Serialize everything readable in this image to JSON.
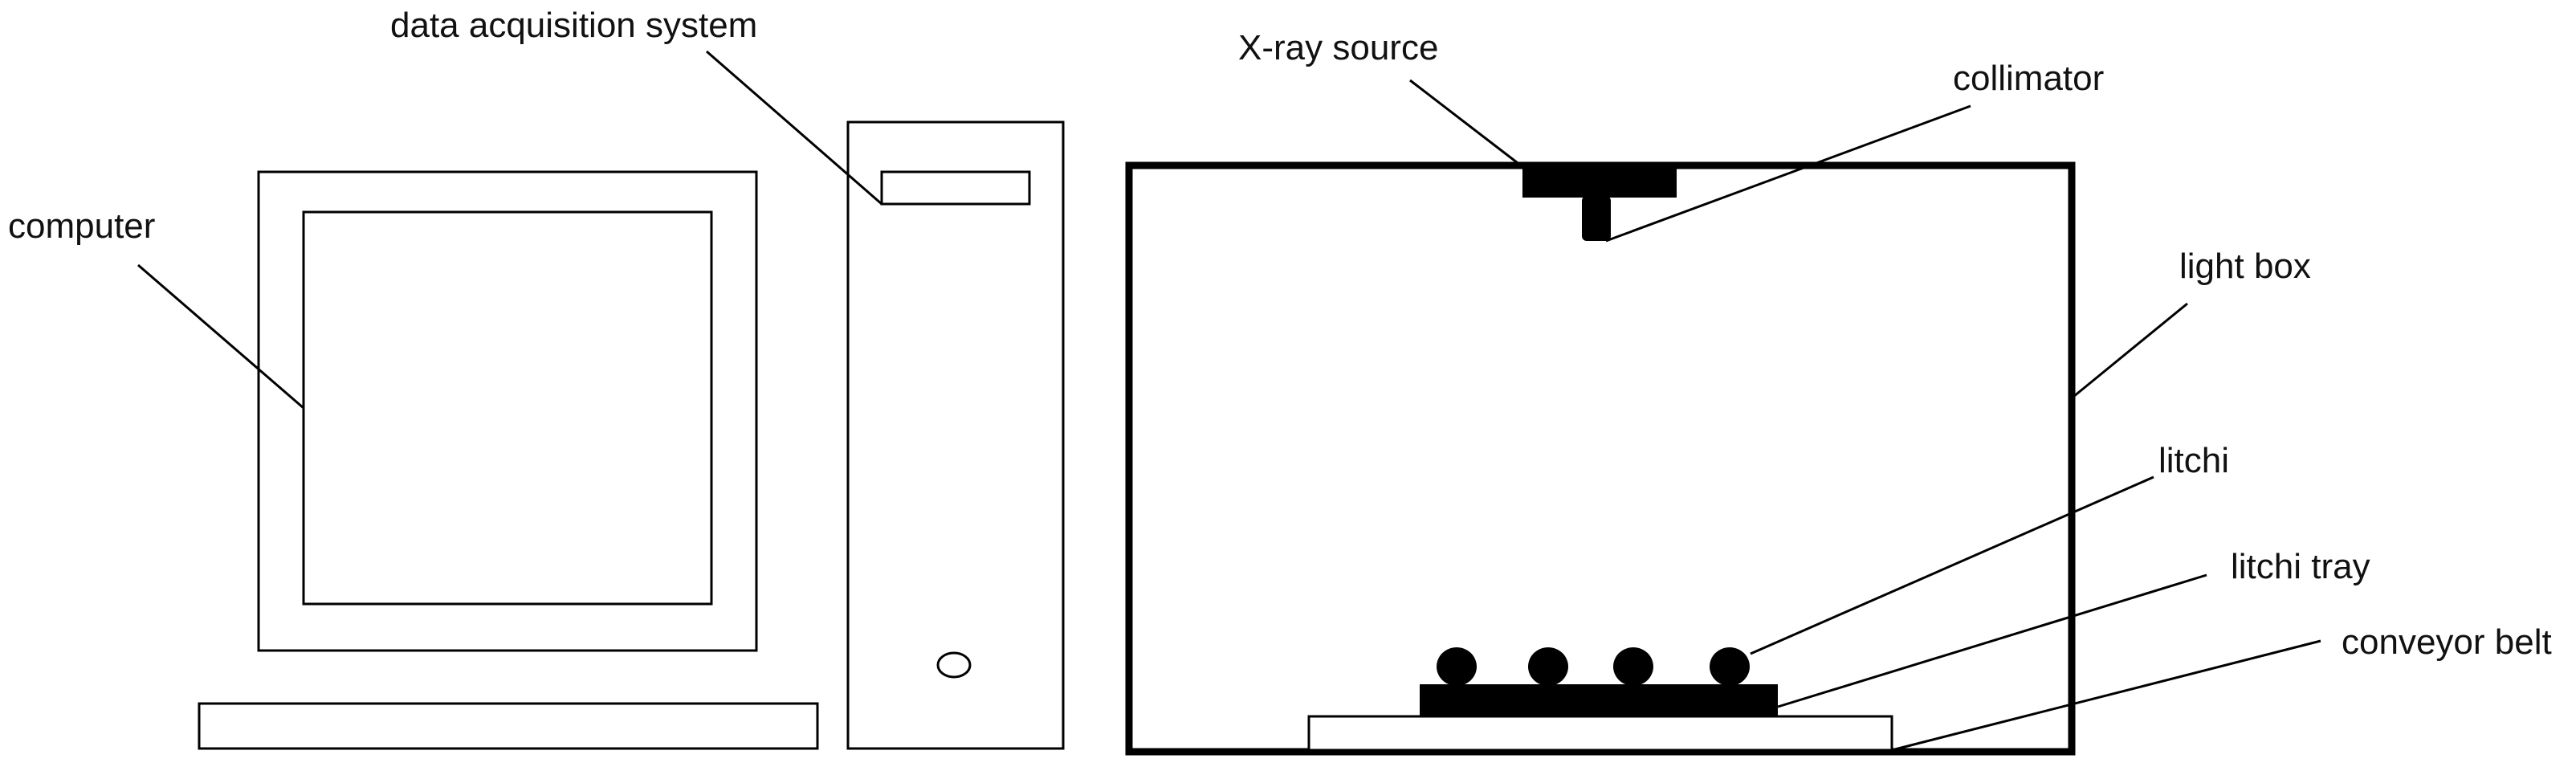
{
  "labels": {
    "computer": "computer",
    "data_acquisition": "data acquisition system",
    "xray_source": "X-ray source",
    "collimator": "collimator",
    "light_box": "light box",
    "litchi": "litchi",
    "litchi_tray": "litchi tray",
    "conveyor_belt": "conveyor belt"
  },
  "counts": {
    "litchi": 4
  }
}
